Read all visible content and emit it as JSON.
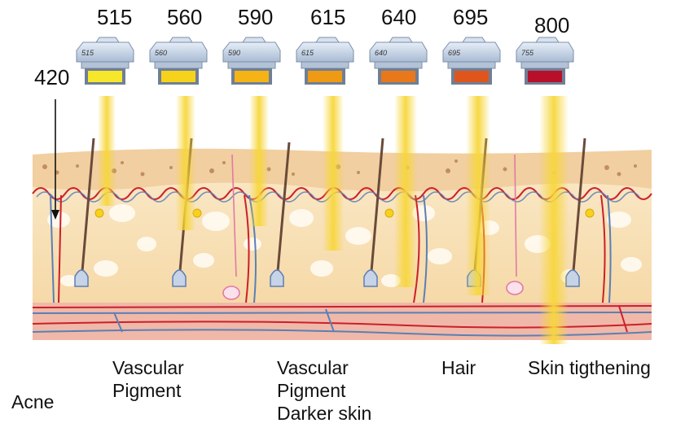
{
  "wavelengths": [
    {
      "value": "420",
      "filter_label": ""
    },
    {
      "value": "515",
      "filter_label": "515",
      "filter_color": "#f6e72a"
    },
    {
      "value": "560",
      "filter_label": "560",
      "filter_color": "#f7d21b"
    },
    {
      "value": "590",
      "filter_label": "590",
      "filter_color": "#f5b316"
    },
    {
      "value": "615",
      "filter_label": "615",
      "filter_color": "#ef9a14"
    },
    {
      "value": "640",
      "filter_label": "640",
      "filter_color": "#e8781a"
    },
    {
      "value": "695",
      "filter_label": "695",
      "filter_color": "#e0551c"
    },
    {
      "value": "800",
      "filter_label": "755",
      "filter_color": "#b8102a"
    }
  ],
  "treatments": {
    "acne": [
      "Acne"
    ],
    "vascular_pigment": [
      "Vascular",
      "Pigment"
    ],
    "vascular_pigment_darker": [
      "Vascular",
      "Pigment",
      "Darker skin"
    ],
    "hair": [
      "Hair"
    ],
    "skin_tightening": [
      "Skin tigthening"
    ]
  },
  "colors": {
    "skin_surface": "#f3d6a8",
    "dermis": "#f8e0b0",
    "fat_cells": "#fff6e8",
    "artery": "#cc1f2a",
    "vein": "#5b7fb5",
    "hair": "#6b4a3a",
    "light_beam": "#f7d63a",
    "deep_layer": "#f0b8a8"
  }
}
